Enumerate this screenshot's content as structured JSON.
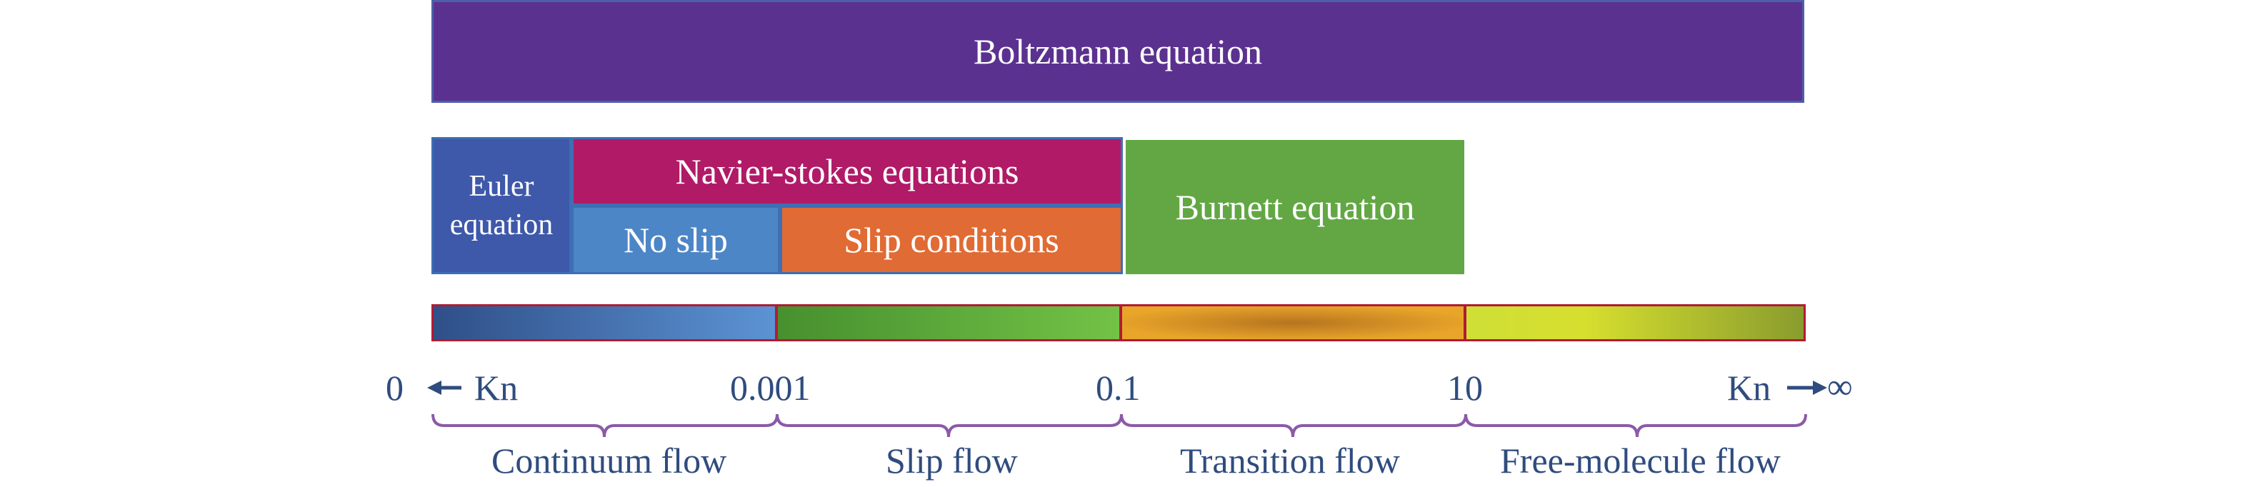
{
  "equations": {
    "boltzmann": "Boltzmann equation",
    "euler_line1": "Euler",
    "euler_line2": "equation",
    "navier_stokes": "Navier-stokes equations",
    "no_slip": "No slip",
    "slip_conditions": "Slip conditions",
    "burnett": "Burnett equation"
  },
  "scale": {
    "left_zero": "0",
    "left_kn": "Kn",
    "right_kn": "Kn",
    "infinity": "∞",
    "ticks": [
      "0.001",
      "0.1",
      "10"
    ]
  },
  "regimes": [
    "Continuum flow",
    "Slip flow",
    "Transition flow",
    "Free-molecule flow"
  ],
  "colors": {
    "boltzmann": "#5b3190",
    "euler": "#3e58aa",
    "navier_stokes": "#b01a67",
    "no_slip": "#4d86c6",
    "slip_conditions": "#e06b34",
    "burnett": "#62a744",
    "bar_border": "#b01c33",
    "text": "#2f4c7e",
    "brace": "#8b5aa8"
  }
}
